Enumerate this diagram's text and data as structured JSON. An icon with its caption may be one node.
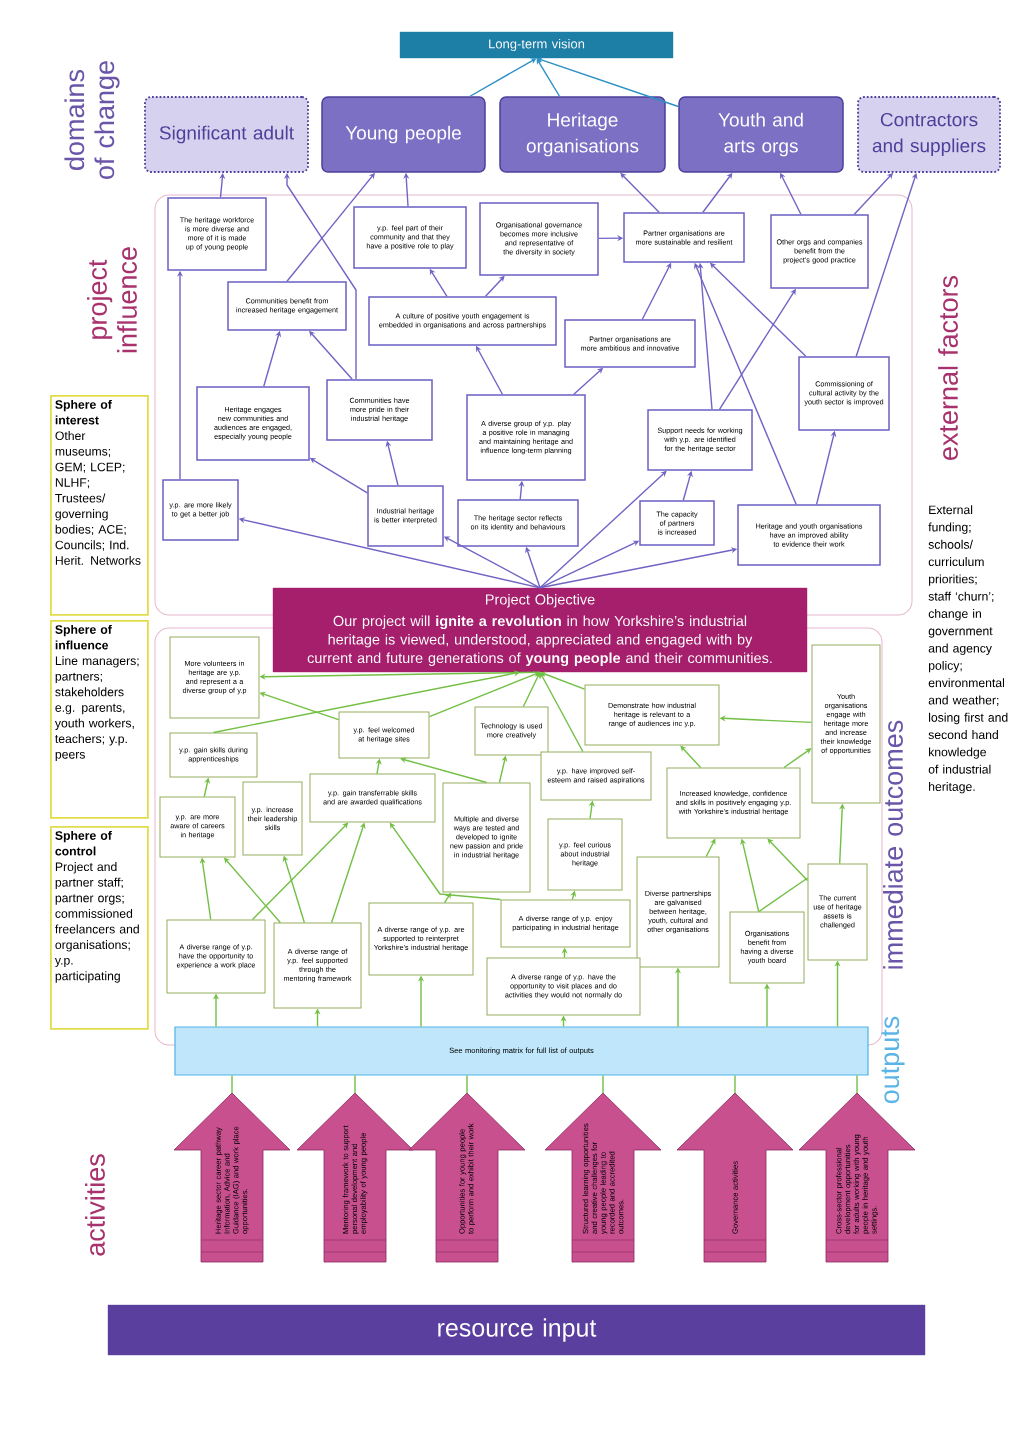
{
  "diagram": {
    "nodes": [
      {
        "text": [
          "Long-term vision"
        ]
      },
      {
        "text": [
          "Significant adult"
        ]
      },
      {
        "text": [
          "Young people"
        ]
      },
      {
        "text": [
          "Heritage organisations"
        ]
      },
      {
        "text": [
          "Youth and arts orgs"
        ]
      },
      {
        "text": [
          "Contractors and suppliers"
        ]
      },
      {
        "text": [
          "The heritage workforce is more diverse and more of it is made up of young people"
        ]
      },
      {
        "text": [
          "y.p. feel part of their community and that they have a positive role to play"
        ]
      },
      {
        "text": [
          "Organisational governance becomes more inclusive and representative of the diversity in society"
        ]
      },
      {
        "text": [
          "Partner organisations are more sustainable and resilient"
        ]
      },
      {
        "text": [
          "Other orgs and companies benefit from the project’s good practice"
        ]
      },
      {
        "text": [
          "Communities benefit from increased heritage engagement"
        ]
      },
      {
        "text": [
          "A culture of positive youth engagement is embedded in organisations and across partnerships"
        ]
      },
      {
        "text": [
          "Partner organisations are more ambitious and innovative"
        ]
      },
      {
        "text": [
          "Commissioning of cultural activity by the youth sector is improved"
        ]
      },
      {
        "text": [
          "Heritage engages new communities and audiences are engaged, especially young people"
        ]
      },
      {
        "text": [
          "Communities have more pride in their industrial heritage"
        ]
      },
      {
        "text": [
          "A diverse group of y.p. play a positive role in managing and maintaining heritage and influence long-term planning"
        ]
      },
      {
        "text": [
          "Support needs for working with y.p. are identified for the heritage sector"
        ]
      },
      {
        "text": [
          "y.p. are more likely to get a better job"
        ]
      },
      {
        "text": [
          "Industrial heritage is better interpreted"
        ]
      },
      {
        "text": [
          "The heritage sector reflects on its identity and behaviours"
        ]
      },
      {
        "text": [
          "The capacity of partners is increased"
        ]
      },
      {
        "text": [
          "Heritage and youth organisations have an improved ability to evidence their work"
        ]
      },
      {
        "text": [
          "Project Objective",
          "Our project will **ignite a revolution** in how Yorkshire’s industrial heritage is viewed, understood, appreciated and engaged with by current and future generations of **young people** and their communities."
        ]
      },
      {
        "text": [
          "More volunteers in heritage are y.p. and represent a a diverse group of y.p"
        ]
      },
      {
        "text": [
          "Youth organisations engage with heritage more and increase their knowledge of opportunities"
        ]
      },
      {
        "text": [
          "Demonstrate how industrial heritage is relevant to a range of audiences inc y.p."
        ]
      },
      {
        "text": [
          "y.p. feel welcomed at heritage sites"
        ]
      },
      {
        "text": [
          "Technology is used more creatively"
        ]
      },
      {
        "text": [
          "y.p. gain skills during apprenticeships"
        ]
      },
      {
        "text": [
          "y.p. have improved self-esteem and raised aspirations"
        ]
      },
      {
        "text": [
          "y.p. increase their leadership skills"
        ]
      },
      {
        "text": [
          "y.p. gain transferrable skills and are awarded qualifications"
        ]
      },
      {
        "text": [
          "y.p. are more aware of careers in heritage"
        ]
      },
      {
        "text": [
          "Multiple and diverse ways are tested and developed to ignite new passion and pride in industrial heritage"
        ]
      },
      {
        "text": [
          "Increased knowledge, confidence and skills in positively engaging y.p. with Yorkshire’s industrial heritage"
        ]
      },
      {
        "text": [
          "y.p. feel curious about industrial heritage"
        ]
      },
      {
        "text": [
          "Diverse partnerships are galvanised between heritage, youth, cultural and other organisations"
        ]
      },
      {
        "text": [
          "The current use of heritage assets is challenged"
        ]
      },
      {
        "text": [
          "A diverse range of y.p. are supported to reinterpret Yorkshire’s industrial heritage"
        ]
      },
      {
        "text": [
          "A diverse range of y.p. enjoy participating in industrial heritage"
        ]
      },
      {
        "text": [
          "Organisations benefit from having a diverse youth board"
        ]
      },
      {
        "text": [
          "A diverse range of y.p. have the opportunity to experience a work place"
        ]
      },
      {
        "text": [
          "A diverse range of y.p. feel supported through the mentoring framework"
        ]
      },
      {
        "text": [
          "A diverse range of y.p. have the opportunity to visit places and do activities they would not normally do"
        ]
      },
      {
        "text": [
          "See monitoring matrix for full list of outputs"
        ]
      },
      {
        "text": [
          "Heritage sector career pathway Information, Advice and Guidance (IAG) and work place opportunities."
        ]
      },
      {
        "text": [
          "Mentoring framework to support personal development and employability of young people"
        ]
      },
      {
        "text": [
          "Opportunities for young people to perform and exhibit their work"
        ]
      },
      {
        "text": [
          "Structured learning opportunities and creative challenges for young people leading to recorded and accredited outcomes."
        ]
      },
      {
        "text": [
          "Governance activities"
        ]
      },
      {
        "text": [
          "Cross-sector professional development opportunities for adults working with young people in heritage and youth settings."
        ]
      },
      {
        "text": [
          "resource input"
        ]
      },
      {
        "text": [
          "Sphere of interest",
          "Other museums; GEM; LCEP; NLHF; Trustees/ governing bodies; ACE; Councils; Ind. Herit. Networks"
        ]
      },
      {
        "text": [
          "Sphere of influence",
          "Line managers; partners; stakeholders e.g. parents, youth workers, teachers; y.p. peers"
        ]
      },
      {
        "text": [
          "Sphere of control",
          "Project and partner staff; partner orgs; commissioned freelancers and organisations; y.p. participating"
        ]
      }
    ],
    "edges": [
      {
        "from": 2,
        "to": 0,
        "arrow": "to",
        "color": "#2a8fc4"
      },
      {
        "from": 3,
        "to": 0,
        "arrow": "to",
        "color": "#2a8fc4"
      },
      {
        "from": 4,
        "to": 0,
        "arrow": "to",
        "color": "#2a8fc4"
      },
      {
        "from": 6,
        "to": 1,
        "arrow": "to",
        "color": "#7064c4"
      },
      {
        "from": 16,
        "to": 1,
        "arrow": "to",
        "color": "#7064c4"
      },
      {
        "from": 11,
        "to": 2,
        "arrow": "to",
        "color": "#7064c4"
      },
      {
        "from": 7,
        "to": 2,
        "arrow": "to",
        "color": "#7064c4"
      },
      {
        "from": 9,
        "to": 3,
        "arrow": "to",
        "color": "#7064c4"
      },
      {
        "from": 9,
        "to": 4,
        "arrow": "to",
        "color": "#7064c4"
      },
      {
        "from": 10,
        "to": 4,
        "arrow": "to",
        "color": "#7064c4"
      },
      {
        "from": 10,
        "to": 5,
        "arrow": "to",
        "color": "#7064c4"
      },
      {
        "from": 14,
        "to": 5,
        "arrow": "to",
        "color": "#7064c4"
      },
      {
        "from": 12,
        "to": 7,
        "arrow": "to",
        "color": "#7064c4"
      },
      {
        "from": 12,
        "to": 8,
        "arrow": "to",
        "color": "#7064c4"
      },
      {
        "from": 8,
        "to": 9,
        "arrow": "to",
        "color": "#7064c4"
      },
      {
        "from": 13,
        "to": 9,
        "arrow": "to",
        "color": "#7064c4"
      },
      {
        "from": 18,
        "to": 9,
        "arrow": "to",
        "color": "#7064c4"
      },
      {
        "from": 23,
        "to": 9,
        "arrow": "to",
        "color": "#7064c4"
      },
      {
        "from": 14,
        "to": 9,
        "arrow": "to",
        "color": "#7064c4"
      },
      {
        "from": 18,
        "to": 10,
        "arrow": "to",
        "color": "#7064c4"
      },
      {
        "from": 15,
        "to": 11,
        "arrow": "to",
        "color": "#7064c4"
      },
      {
        "from": 16,
        "to": 11,
        "arrow": "to",
        "color": "#7064c4"
      },
      {
        "from": 17,
        "to": 12,
        "arrow": "to",
        "color": "#7064c4"
      },
      {
        "from": 17,
        "to": 13,
        "arrow": "to",
        "color": "#7064c4"
      },
      {
        "from": 23,
        "to": 14,
        "arrow": "to",
        "color": "#7064c4"
      },
      {
        "from": 19,
        "to": 6,
        "arrow": "to",
        "color": "#7064c4"
      },
      {
        "from": 20,
        "to": 15,
        "arrow": "to",
        "color": "#7064c4"
      },
      {
        "from": 20,
        "to": 16,
        "arrow": "to",
        "color": "#7064c4"
      },
      {
        "from": 21,
        "to": 17,
        "arrow": "to",
        "color": "#7064c4"
      },
      {
        "from": 22,
        "to": 18,
        "arrow": "to",
        "color": "#7064c4"
      },
      {
        "from": 24,
        "to": 19,
        "arrow": "to",
        "color": "#7064c4"
      },
      {
        "from": 24,
        "to": 20,
        "arrow": "to",
        "color": "#7064c4"
      },
      {
        "from": 24,
        "to": 21,
        "arrow": "to",
        "color": "#7064c4"
      },
      {
        "from": 24,
        "to": 22,
        "arrow": "to",
        "color": "#7064c4"
      },
      {
        "from": 24,
        "to": 23,
        "arrow": "to",
        "color": "#7064c4"
      },
      {
        "from": 24,
        "to": 18,
        "arrow": "to",
        "color": "#7064c4"
      },
      {
        "from": 24,
        "to": 25,
        "arrow": "to"
      },
      {
        "from": 28,
        "to": 25,
        "arrow": "to"
      },
      {
        "from": 30,
        "to": 24,
        "arrow": "to"
      },
      {
        "from": 28,
        "to": 24,
        "arrow": "to"
      },
      {
        "from": 29,
        "to": 24,
        "arrow": "to"
      },
      {
        "from": 31,
        "to": 24,
        "arrow": "to"
      },
      {
        "from": 27,
        "to": 24,
        "arrow": "to"
      },
      {
        "from": 26,
        "to": 27,
        "arrow": "to"
      },
      {
        "from": 36,
        "to": 27,
        "arrow": "to"
      },
      {
        "from": 36,
        "to": 26,
        "arrow": "to"
      },
      {
        "from": 38,
        "to": 36,
        "arrow": "to"
      },
      {
        "from": 42,
        "to": 36,
        "arrow": "to"
      },
      {
        "from": 39,
        "to": 36,
        "arrow": "to"
      },
      {
        "from": 42,
        "to": 39,
        "arrow": "none"
      },
      {
        "from": 39,
        "to": 26,
        "arrow": "to"
      },
      {
        "from": 37,
        "to": 31,
        "arrow": "to"
      },
      {
        "from": 41,
        "to": 37,
        "arrow": "to"
      },
      {
        "from": 45,
        "to": 41,
        "arrow": "to"
      },
      {
        "from": 35,
        "to": 29,
        "arrow": "to"
      },
      {
        "from": 35,
        "to": 28,
        "arrow": "to"
      },
      {
        "from": 33,
        "to": 28,
        "arrow": "to"
      },
      {
        "from": 41,
        "to": 33,
        "arrow": "to"
      },
      {
        "from": 40,
        "to": 35,
        "arrow": "to"
      },
      {
        "from": 43,
        "to": 34,
        "arrow": "to"
      },
      {
        "from": 43,
        "to": 33,
        "arrow": "to"
      },
      {
        "from": 44,
        "to": 33,
        "arrow": "to"
      },
      {
        "from": 44,
        "to": 32,
        "arrow": "to"
      },
      {
        "from": 44,
        "to": 34,
        "arrow": "to"
      },
      {
        "from": 34,
        "to": 30,
        "arrow": "to"
      },
      {
        "from": 46,
        "to": 43,
        "arrow": "to"
      },
      {
        "from": 46,
        "to": 44,
        "arrow": "to"
      },
      {
        "from": 46,
        "to": 40,
        "arrow": "to"
      },
      {
        "from": 46,
        "to": 45,
        "arrow": "to"
      },
      {
        "from": 46,
        "to": 38,
        "arrow": "to"
      },
      {
        "from": 46,
        "to": 42,
        "arrow": "to"
      },
      {
        "from": 46,
        "to": 39,
        "arrow": "to"
      },
      {
        "from": 47,
        "to": 46,
        "arrow": "none"
      },
      {
        "from": 48,
        "to": 46,
        "arrow": "none"
      },
      {
        "from": 49,
        "to": 46,
        "arrow": "none"
      },
      {
        "from": 50,
        "to": 46,
        "arrow": "none"
      },
      {
        "from": 51,
        "to": 46,
        "arrow": "none"
      },
      {
        "from": 52,
        "to": 46,
        "arrow": "none"
      }
    ],
    "labels": [
      "domains of change",
      "project influence",
      "external factors",
      "External funding; schools/ curriculum priorities; staff ‘churn’; change in government and agency policy; environmental and weather; losing first and second hand knowledge of industrial heritage.",
      "immediate outcomes",
      "outputs",
      "activities"
    ]
  }
}
